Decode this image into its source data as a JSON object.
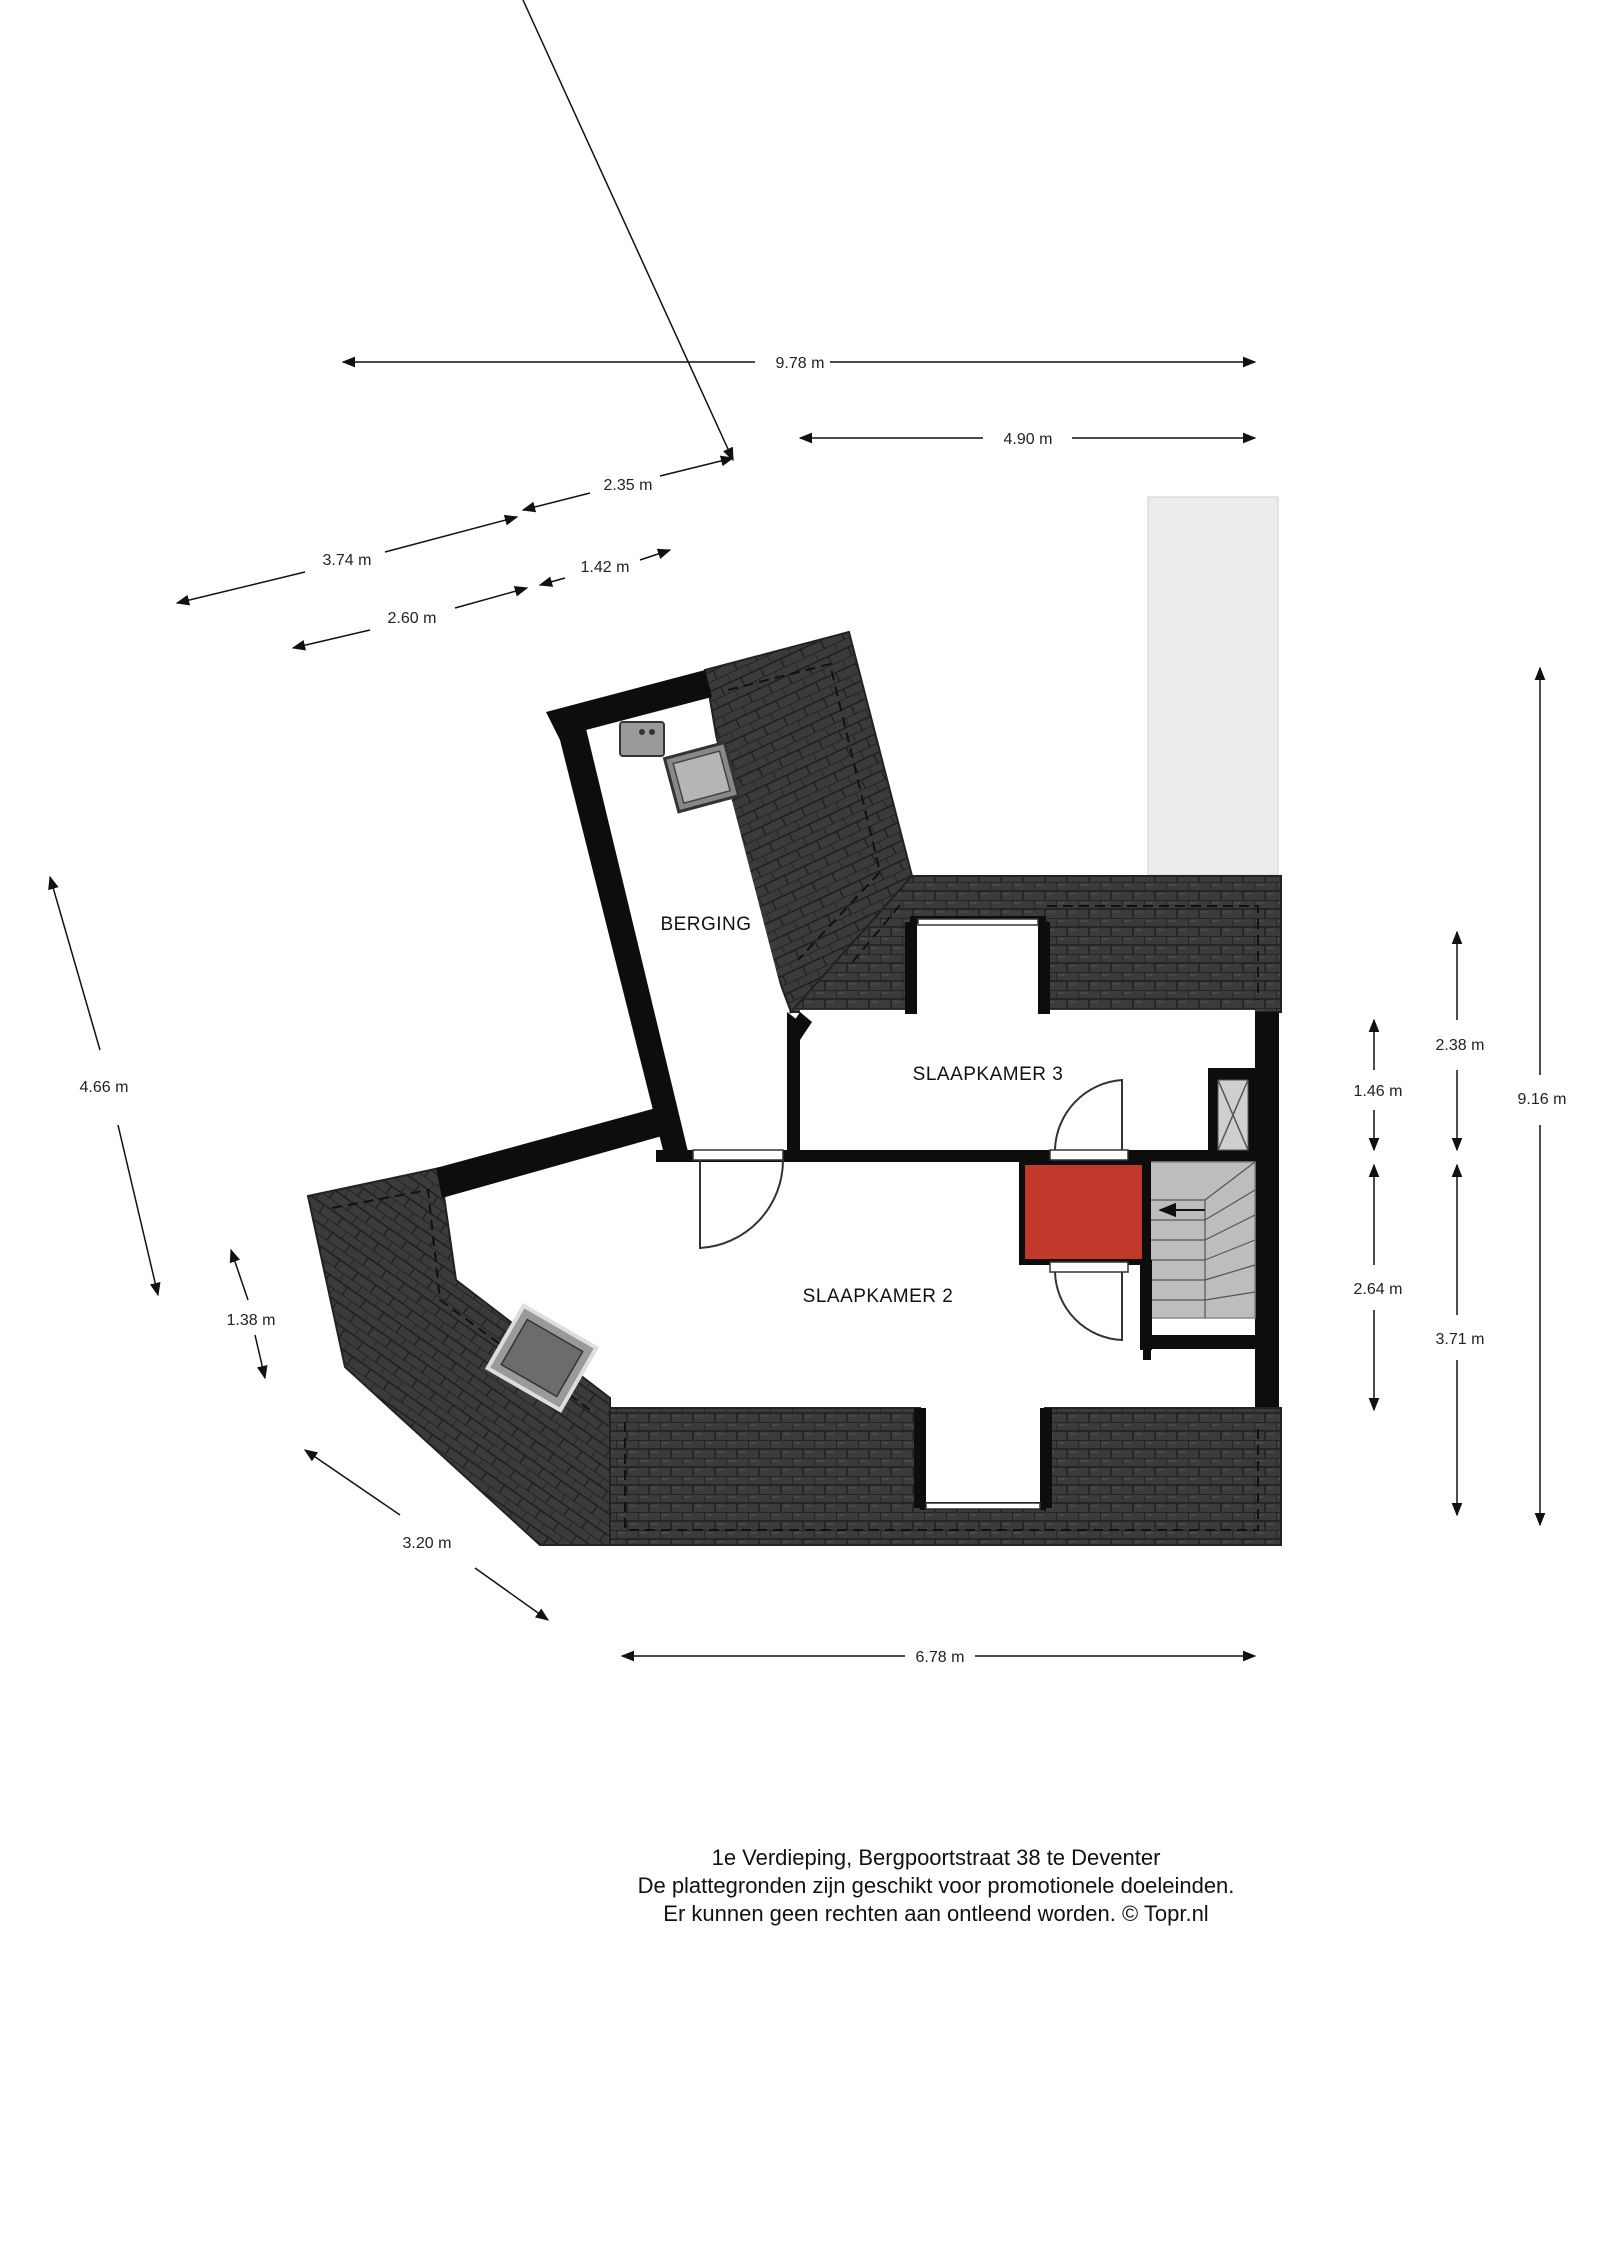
{
  "rooms": {
    "berging": "BERGING",
    "slaapkamer3": "SLAAPKAMER 3",
    "slaapkamer2": "SLAAPKAMER 2"
  },
  "dimensions": {
    "top_total": "9.78 m",
    "top_right": "4.90 m",
    "diag_a": "2.35 m",
    "diag_b": "3.74 m",
    "diag_c": "1.42 m",
    "diag_d": "2.60 m",
    "left_diag": "4.66 m",
    "left_small": "1.38 m",
    "bottom_diag": "3.20 m",
    "bottom": "6.78 m",
    "right_a": "1.46 m",
    "right_b": "2.38 m",
    "right_c": "2.64 m",
    "right_d": "3.71 m",
    "right_total": "9.16 m"
  },
  "caption": {
    "line1": "1e Verdieping, Bergpoortstraat 38 te Deventer",
    "line2": "De plattegronden zijn geschikt voor promotionele doeleinden.",
    "line3": "Er kunnen geen rechten aan ontleend worden. © Topr.nl"
  },
  "colors": {
    "wall": "#0d0d0d",
    "roof": "#3a3a3a",
    "stair_red": "#c0392b",
    "chimney": "#ececec"
  }
}
